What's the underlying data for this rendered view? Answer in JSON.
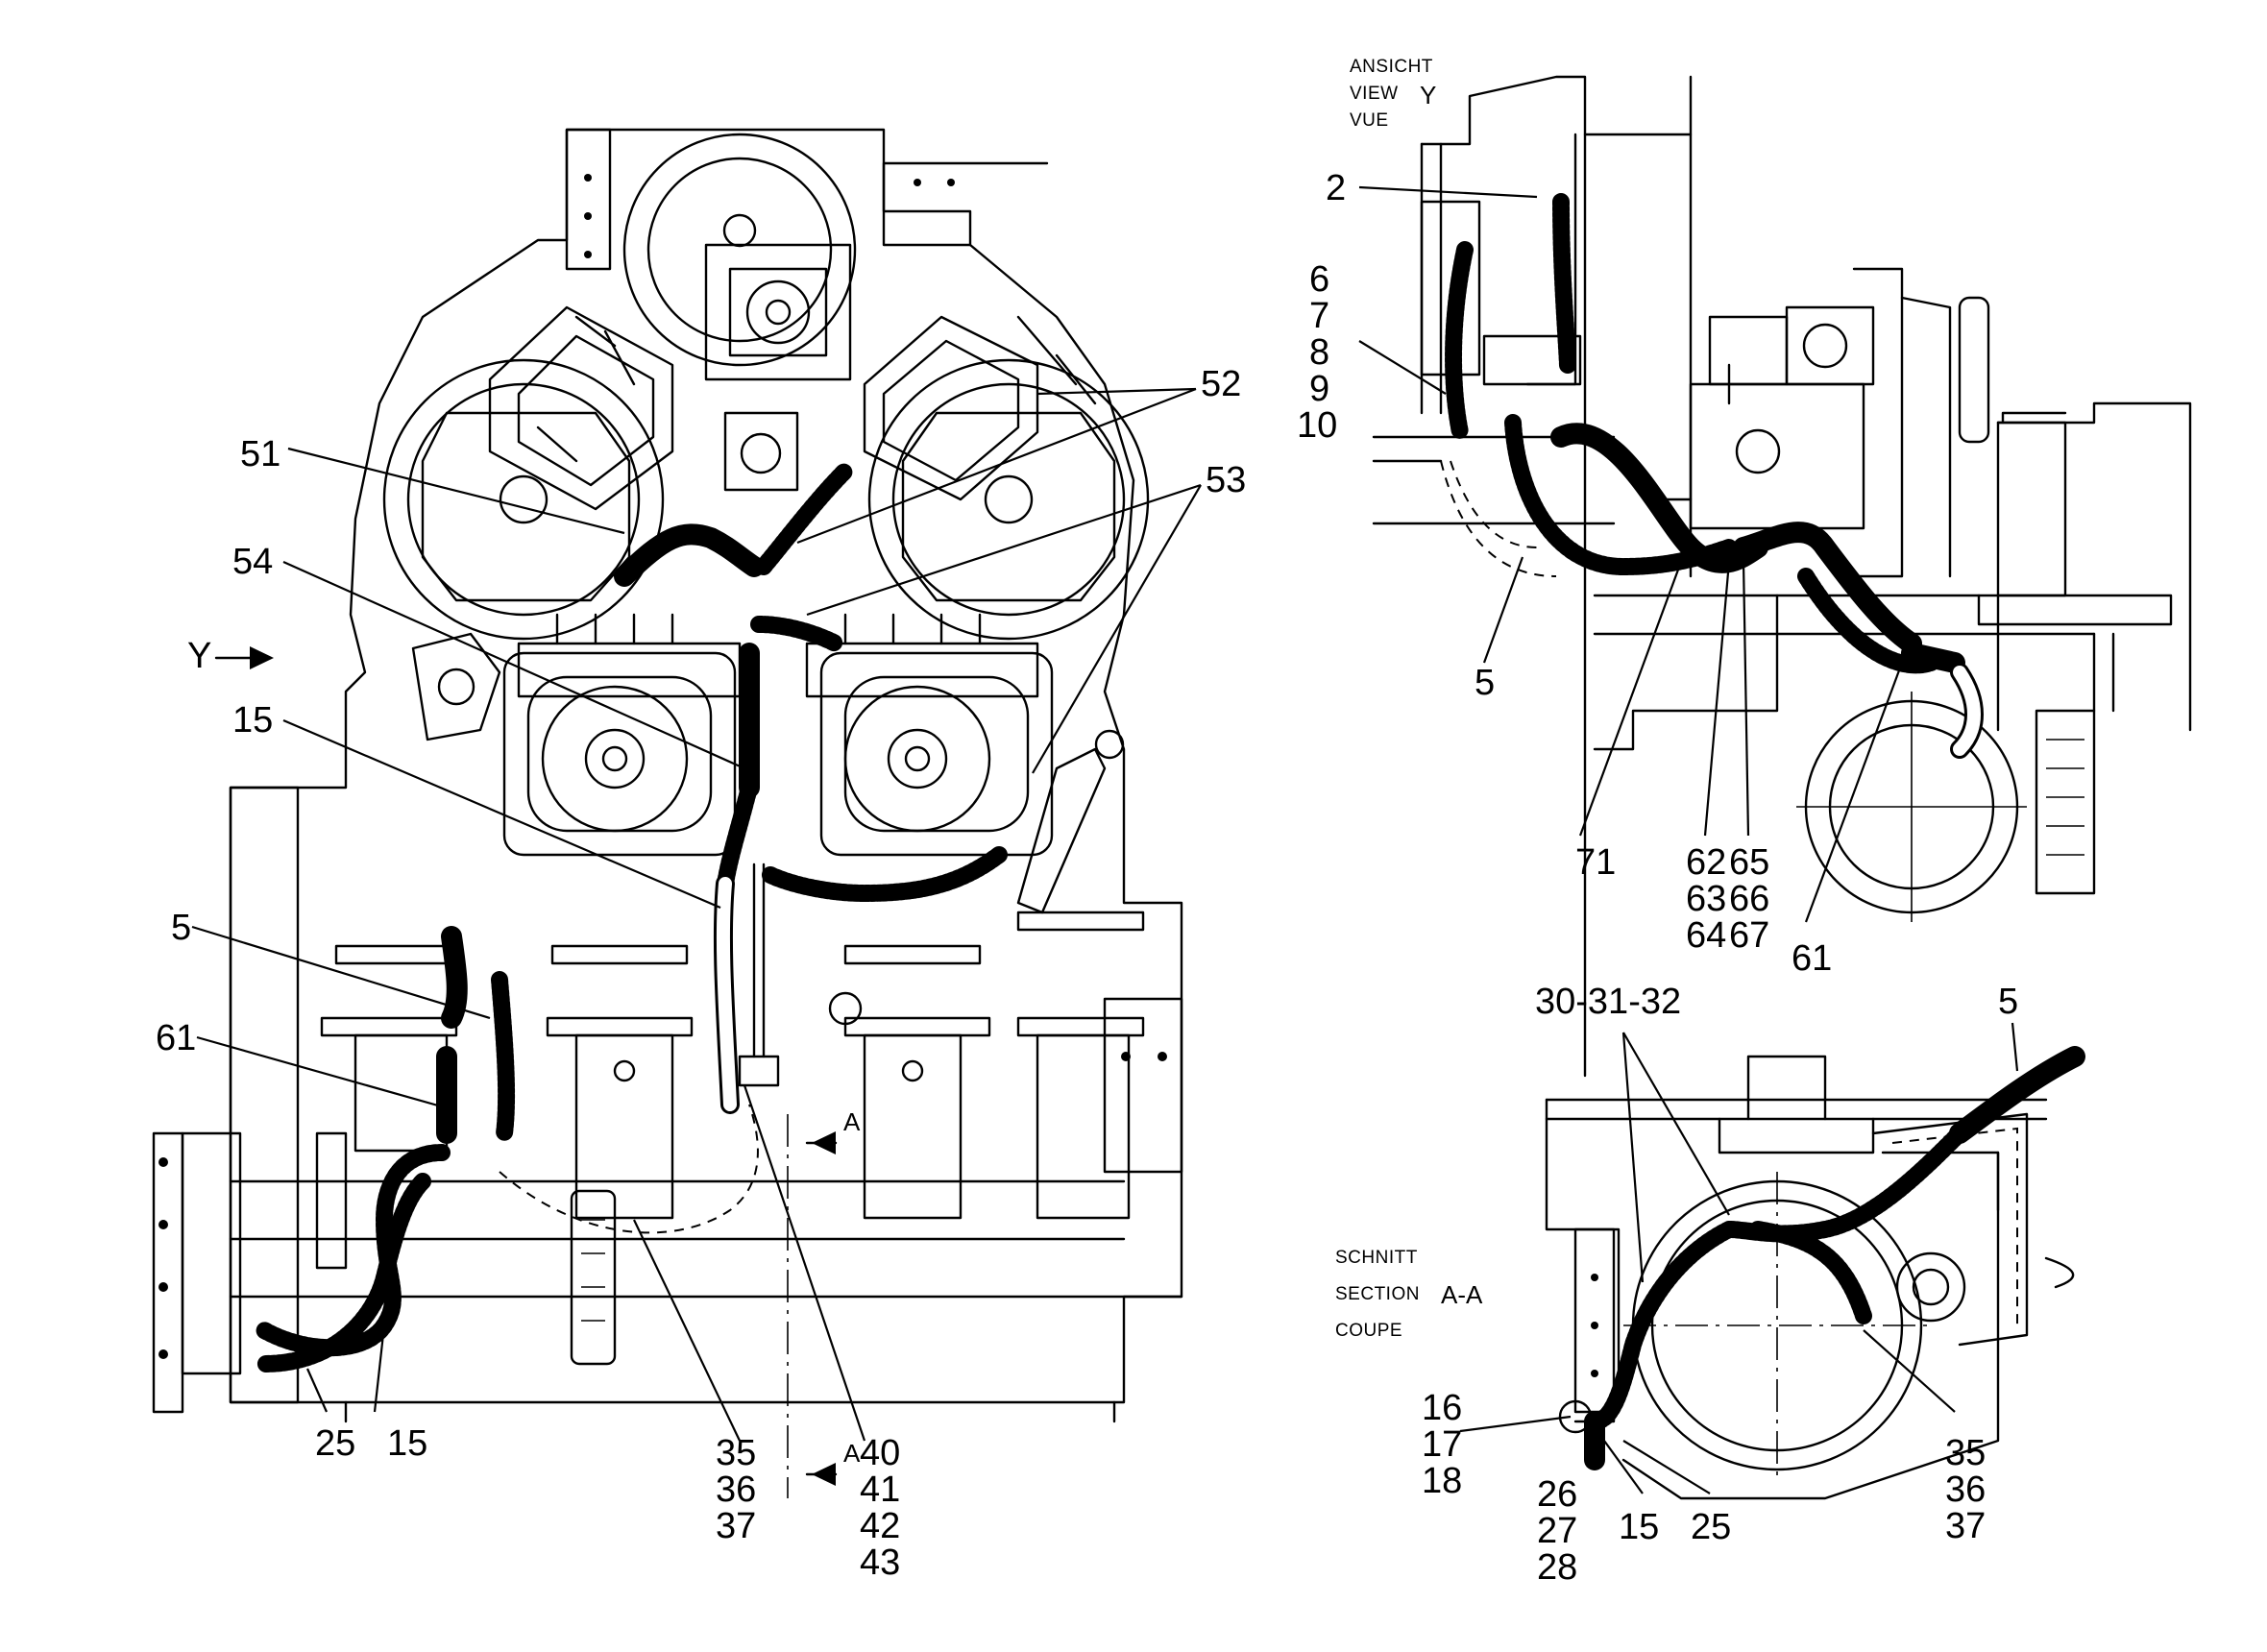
{
  "view_y": {
    "caption": [
      "ANSICHT",
      "VIEW",
      "VUE"
    ],
    "letter": "Y",
    "marker": "Y"
  },
  "section_aa": {
    "caption": [
      "SCHNITT",
      "SECTION",
      "COUPE"
    ],
    "letters": "A-A",
    "marker": "A"
  },
  "callouts": {
    "main": {
      "c51": "51",
      "c52": "52",
      "c53": "53",
      "c54": "54",
      "c15a": "15",
      "c5": "5",
      "c61": "61",
      "c25": "25",
      "c15b": "15",
      "c35": "35",
      "c36": "36",
      "c37": "37",
      "c40": "40",
      "c41": "41",
      "c42": "42",
      "c43": "43"
    },
    "view": {
      "c2": "2",
      "c6": "6",
      "c7": "7",
      "c8": "8",
      "c9": "9",
      "c10": "10",
      "c5": "5",
      "c71": "71",
      "c62": "62",
      "c63": "63",
      "c64": "64",
      "c65": "65",
      "c66": "66",
      "c67": "67",
      "c61": "61"
    },
    "section": {
      "c303132": "30-31-32",
      "c5": "5",
      "c16": "16",
      "c17": "17",
      "c18": "18",
      "c26": "26",
      "c27": "27",
      "c28": "28",
      "c15": "15",
      "c25": "25",
      "c35": "35",
      "c36": "36",
      "c37": "37"
    }
  }
}
